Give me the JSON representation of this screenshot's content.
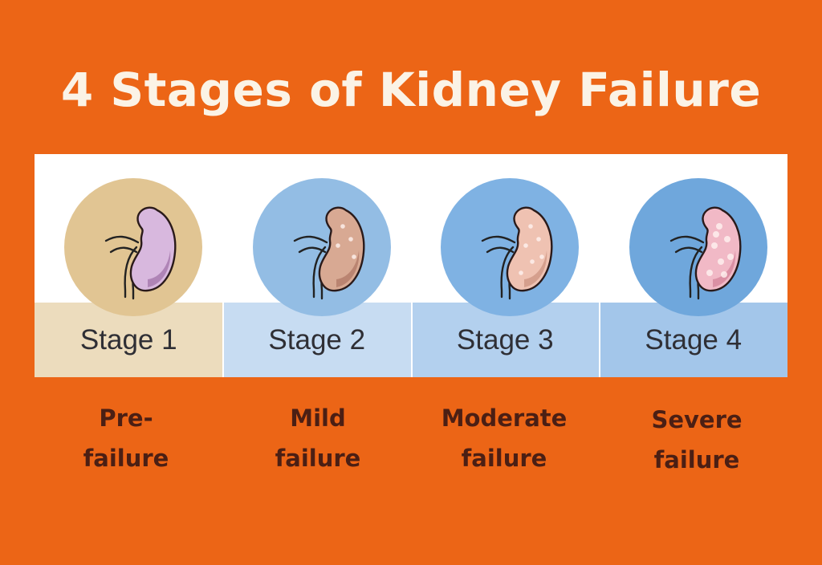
{
  "title": "4 Stages of Kidney Failure",
  "stages": [
    {
      "label": "Stage 1",
      "desc_line1": "Pre-",
      "desc_line2": "failure",
      "circle_color": "#e1c593",
      "band_color": "#ecdcbd",
      "kidney_fill": "#d8b8de",
      "kidney_dark": "#8e5a95"
    },
    {
      "label": "Stage 2",
      "desc_line1": "Mild",
      "desc_line2": "failure",
      "circle_color": "#93bde4",
      "band_color": "#c7dcf2",
      "kidney_fill": "#d8a993",
      "kidney_dark": "#a26655"
    },
    {
      "label": "Stage 3",
      "desc_line1": "Moderate",
      "desc_line2": "failure",
      "circle_color": "#7fb2e3",
      "band_color": "#b3d0ee",
      "kidney_fill": "#efc2b2",
      "kidney_dark": "#c0846f"
    },
    {
      "label": "Stage 4",
      "desc_line1": "Severe",
      "desc_line2": "failure",
      "circle_color": "#6fa7dc",
      "band_color": "#a3c6ea",
      "kidney_fill": "#f1b9c6",
      "kidney_dark": "#c96f88"
    }
  ]
}
